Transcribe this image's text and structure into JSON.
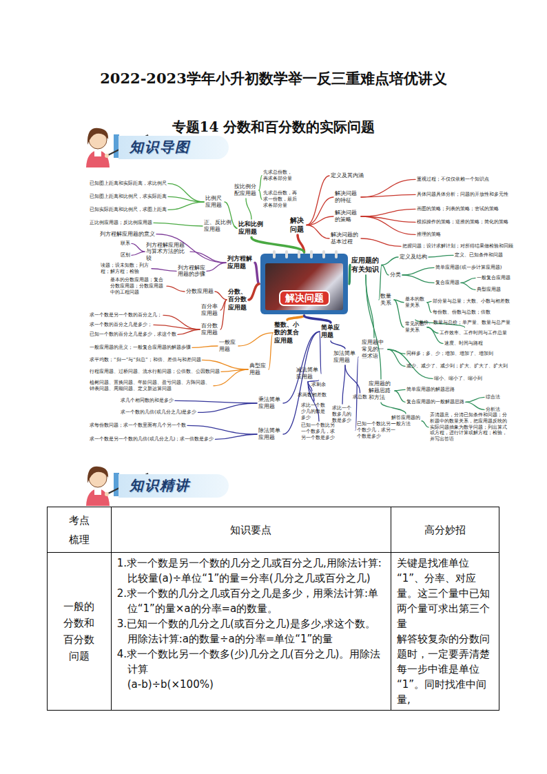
{
  "diagram": {
    "title": "2022-2023学年小升初数学举一反三重难点培优讲义",
    "nodes": [
      {
        "text": [
          "解决问题"
        ]
      },
      {
        "text": [
          "解决问题"
        ]
      },
      {
        "text": [
          "定义及其内涵"
        ]
      },
      {
        "text": [
          "解决问题的特征"
        ]
      },
      {
        "text": [
          "重视过程；不仅仅依赖一个知识点"
        ]
      },
      {
        "text": [
          "具体问题具体分析；问题的开放性和多元性"
        ]
      },
      {
        "text": [
          "解决问题的策略"
        ]
      },
      {
        "text": [
          "画图的策略；列表的策略；尝试的策略"
        ]
      },
      {
        "text": [
          "模拟操作的策略；逆推的策略；简化的策略"
        ]
      },
      {
        "text": [
          "推理的策略"
        ]
      },
      {
        "text": [
          "解决问题的基本过程"
        ]
      },
      {
        "text": [
          "把握问题；设计求解计划；对所得结果做检验和回顾"
        ]
      },
      {
        "text": [
          "应用题的有关知识"
        ]
      },
      {
        "text": [
          "定义及结构"
        ]
      },
      {
        "text": [
          "定义、已知条件和问题"
        ]
      },
      {
        "text": [
          "分类"
        ]
      },
      {
        "text": [
          "简单应用题(或一步计算应用题)"
        ]
      },
      {
        "text": [
          "复合应用题"
        ]
      },
      {
        "text": [
          "一般复合应用题"
        ]
      },
      {
        "text": [
          "典型应用题"
        ]
      },
      {
        "text": [
          "数量关系"
        ]
      },
      {
        "text": [
          "基本的数量关系"
        ]
      },
      {
        "text": [
          "部分量与总量；大数、小数与相差数"
        ]
      },
      {
        "text": [
          "每份数、份数与总数；倍数"
        ]
      },
      {
        "text": [
          "常见的数量关系"
        ]
      },
      {
        "text": [
          "单价、数量与总价；单产量、数量与总产量"
        ]
      },
      {
        "text": [
          "工作效率、工作时间与工作总量"
        ]
      },
      {
        "text": [
          "速度、时间与路程"
        ]
      },
      {
        "text": [
          "应用题中常见的一些术语"
        ]
      },
      {
        "text": [
          "同样多；多、少；增加、增加了、增加到"
        ]
      },
      {
        "text": [
          "减少、减少了、减少到；扩大、扩大了、扩大到"
        ]
      },
      {
        "text": [
          "缩小、缩小了、缩小到"
        ]
      },
      {
        "text": [
          "应用题的解题思路和方法"
        ]
      },
      {
        "text": [
          "简单应用题的解题思路"
        ]
      },
      {
        "text": [
          "复合应用题的一般解题思路"
        ]
      },
      {
        "text": [
          "综合法"
        ]
      },
      {
        "text": [
          "分析法"
        ]
      },
      {
        "text": [
          "解答应用题的一般方法"
        ]
      },
      {
        "text": [
          "弄清题意，分清已知条件和问题；分析题中的数量关系，把应用题反映的实际问题抽象为数学问题；列出算式或方程，进行计算或解方程；检验，并写出答语"
        ]
      },
      {
        "text": [
          "比和比例应用题"
        ]
      },
      {
        "text": [
          "按比例分配应用题"
        ]
      },
      {
        "text": [
          "先求总份数，再求各部分量"
        ]
      },
      {
        "text": [
          "先求总份数，再求一份数，最后求各部分量"
        ]
      },
      {
        "text": [
          "比例尺应用题"
        ]
      },
      {
        "text": [
          "已知图上距离和实际距离，求比例尺"
        ]
      },
      {
        "text": [
          "已知图上距离和比例尺，求实际距离"
        ]
      },
      {
        "text": [
          "已知实际距离和比例尺，求图上距离"
        ]
      },
      {
        "text": [
          "正、反比例应用题"
        ]
      },
      {
        "text": [
          "正比例应用题；反比例应用题"
        ]
      },
      {
        "text": [
          "列方程解应用题"
        ]
      },
      {
        "text": [
          "列方程解应用题的意义"
        ]
      },
      {
        "text": [
          "列方程解应用题与算术方法的比较"
        ]
      },
      {
        "text": [
          "联系"
        ]
      },
      {
        "text": [
          "区别"
        ]
      },
      {
        "text": [
          "列方程解应用题的步骤"
        ]
      },
      {
        "text": [
          "读题；设未知数；列方程；解方程；检验"
        ]
      },
      {
        "text": [
          "分数、百分数应用题"
        ]
      },
      {
        "text": [
          "分数应用题"
        ]
      },
      {
        "text": [
          "基本的分数应用题；复合分数应用题；分数应用题中的工程问题"
        ]
      },
      {
        "text": [
          "百分率应用题"
        ]
      },
      {
        "text": [
          "百分数应用题"
        ]
      },
      {
        "text": [
          "求一个数是另一个数的百分之几；"
        ]
      },
      {
        "text": [
          "求一个数的百分之几是多少；"
        ]
      },
      {
        "text": [
          "已知一个数的百分之几是多少，求这个数"
        ]
      },
      {
        "text": [
          "整数、小数的复合应用题"
        ]
      },
      {
        "text": [
          "一般应用题"
        ]
      },
      {
        "text": [
          "一般应用题的意义；一般复合应用题的解题步骤"
        ]
      },
      {
        "text": [
          "典型应用题"
        ]
      },
      {
        "text": [
          "求平均数；“归一”与“归总”；和倍、差倍与和差问题"
        ]
      },
      {
        "text": [
          "行程应用题、过桥问题、流水行船问题；公倍数、公因数问题"
        ]
      },
      {
        "text": [
          "植树问题、置换问题、年龄问题、盈亏问题、方阵问题、钟表问题、周期问题、定义新运算问题"
        ]
      },
      {
        "text": [
          "简单应用题"
        ]
      },
      {
        "text": [
          "加法简单应用题"
        ]
      },
      {
        "text": [
          "求总数"
        ]
      },
      {
        "text": [
          "求比一个数多几的数是多少"
        ]
      },
      {
        "text": [
          "已知一个数比另一个数少几，求另一个数是多少"
        ]
      },
      {
        "text": [
          "减法简单应用题"
        ]
      },
      {
        "text": [
          "求剩余"
        ]
      },
      {
        "text": [
          "求两数相差数"
        ]
      },
      {
        "text": [
          "求比一个数少几的数是多少"
        ]
      },
      {
        "text": [
          "已知一个数比另一个数多几，求另一个数是多少"
        ]
      },
      {
        "text": [
          "乘法简单应用题"
        ]
      },
      {
        "text": [
          "求几个相同数的和是多少"
        ]
      },
      {
        "text": [
          "求一个数的几倍(或几分之几)是多少"
        ]
      },
      {
        "text": [
          "除法简单应用题"
        ]
      },
      {
        "text": [
          "求每份数问题；求一个数里面有几个另一个数"
        ]
      },
      {
        "text": [
          "求一个数是另一个数的几倍(或几分之几)；求一倍数是多少"
        ]
      }
    ],
    "edges": [
      {
        "from": 0,
        "to": 1,
        "arrow": "none"
      },
      {
        "from": 0,
        "to": 12,
        "arrow": "none"
      },
      {
        "from": 0,
        "to": 39,
        "arrow": "none"
      },
      {
        "from": 0,
        "to": 49,
        "arrow": "none"
      },
      {
        "from": 0,
        "to": 56,
        "arrow": "none"
      },
      {
        "from": 0,
        "to": 64,
        "arrow": "none"
      },
      {
        "from": 0,
        "to": 71,
        "arrow": "none"
      },
      {
        "from": 1,
        "to": 2,
        "arrow": "none"
      },
      {
        "from": 1,
        "to": 3,
        "arrow": "none"
      },
      {
        "from": 1,
        "to": 6,
        "arrow": "none"
      },
      {
        "from": 1,
        "to": 10,
        "arrow": "none"
      },
      {
        "from": 3,
        "to": 4,
        "arrow": "none"
      },
      {
        "from": 3,
        "to": 5,
        "arrow": "none"
      },
      {
        "from": 6,
        "to": 7,
        "arrow": "none"
      },
      {
        "from": 6,
        "to": 8,
        "arrow": "none"
      },
      {
        "from": 6,
        "to": 9,
        "arrow": "none"
      },
      {
        "from": 10,
        "to": 11,
        "arrow": "none"
      },
      {
        "from": 12,
        "to": 13,
        "arrow": "none"
      },
      {
        "from": 12,
        "to": 15,
        "arrow": "none"
      },
      {
        "from": 12,
        "to": 20,
        "arrow": "none"
      },
      {
        "from": 12,
        "to": 28,
        "arrow": "none"
      },
      {
        "from": 12,
        "to": 32,
        "arrow": "none"
      },
      {
        "from": 13,
        "to": 14,
        "arrow": "none"
      },
      {
        "from": 15,
        "to": 16,
        "arrow": "none"
      },
      {
        "from": 15,
        "to": 17,
        "arrow": "none"
      },
      {
        "from": 17,
        "to": 18,
        "arrow": "none"
      },
      {
        "from": 17,
        "to": 19,
        "arrow": "none"
      },
      {
        "from": 20,
        "to": 21,
        "arrow": "none"
      },
      {
        "from": 20,
        "to": 24,
        "arrow": "none"
      },
      {
        "from": 21,
        "to": 22,
        "arrow": "none"
      },
      {
        "from": 21,
        "to": 23,
        "arrow": "none"
      },
      {
        "from": 24,
        "to": 25,
        "arrow": "none"
      },
      {
        "from": 24,
        "to": 26,
        "arrow": "none"
      },
      {
        "from": 24,
        "to": 27,
        "arrow": "none"
      },
      {
        "from": 28,
        "to": 29,
        "arrow": "none"
      },
      {
        "from": 28,
        "to": 30,
        "arrow": "none"
      },
      {
        "from": 28,
        "to": 31,
        "arrow": "none"
      },
      {
        "from": 32,
        "to": 33,
        "arrow": "none"
      },
      {
        "from": 32,
        "to": 34,
        "arrow": "none"
      },
      {
        "from": 32,
        "to": 37,
        "arrow": "none"
      },
      {
        "from": 34,
        "to": 35,
        "arrow": "none"
      },
      {
        "from": 34,
        "to": 36,
        "arrow": "none"
      },
      {
        "from": 37,
        "to": 38,
        "arrow": "none"
      },
      {
        "from": 39,
        "to": 40,
        "arrow": "none"
      },
      {
        "from": 39,
        "to": 43,
        "arrow": "none"
      },
      {
        "from": 39,
        "to": 47,
        "arrow": "none"
      },
      {
        "from": 40,
        "to": 41,
        "arrow": "none"
      },
      {
        "from": 40,
        "to": 42,
        "arrow": "none"
      },
      {
        "from": 43,
        "to": 44,
        "arrow": "none"
      },
      {
        "from": 43,
        "to": 45,
        "arrow": "none"
      },
      {
        "from": 43,
        "to": 46,
        "arrow": "none"
      },
      {
        "from": 47,
        "to": 48,
        "arrow": "none"
      },
      {
        "from": 49,
        "to": 50,
        "arrow": "none"
      },
      {
        "from": 49,
        "to": 51,
        "arrow": "none"
      },
      {
        "from": 49,
        "to": 54,
        "arrow": "none"
      },
      {
        "from": 51,
        "to": 52,
        "arrow": "none"
      },
      {
        "from": 51,
        "to": 53,
        "arrow": "none"
      },
      {
        "from": 54,
        "to": 55,
        "arrow": "none"
      },
      {
        "from": 56,
        "to": 57,
        "arrow": "none"
      },
      {
        "from": 56,
        "to": 59,
        "arrow": "none"
      },
      {
        "from": 56,
        "to": 60,
        "arrow": "none"
      },
      {
        "from": 57,
        "to": 58,
        "arrow": "none"
      },
      {
        "from": 60,
        "to": 61,
        "arrow": "none"
      },
      {
        "from": 60,
        "to": 62,
        "arrow": "none"
      },
      {
        "from": 60,
        "to": 63,
        "arrow": "none"
      },
      {
        "from": 64,
        "to": 65,
        "arrow": "none"
      },
      {
        "from": 64,
        "to": 67,
        "arrow": "none"
      },
      {
        "from": 65,
        "to": 66,
        "arrow": "none"
      },
      {
        "from": 67,
        "to": 68,
        "arrow": "none"
      },
      {
        "from": 67,
        "to": 69,
        "arrow": "none"
      },
      {
        "from": 67,
        "to": 70,
        "arrow": "none"
      },
      {
        "from": 71,
        "to": 72,
        "arrow": "none"
      },
      {
        "from": 71,
        "to": 76,
        "arrow": "none"
      },
      {
        "from": 71,
        "to": 81,
        "arrow": "none"
      },
      {
        "from": 71,
        "to": 84,
        "arrow": "none"
      },
      {
        "from": 72,
        "to": 73,
        "arrow": "none"
      },
      {
        "from": 72,
        "to": 74,
        "arrow": "none"
      },
      {
        "from": 72,
        "to": 75,
        "arrow": "none"
      },
      {
        "from": 76,
        "to": 77,
        "arrow": "none"
      },
      {
        "from": 76,
        "to": 78,
        "arrow": "none"
      },
      {
        "from": 76,
        "to": 79,
        "arrow": "none"
      },
      {
        "from": 76,
        "to": 80,
        "arrow": "none"
      },
      {
        "from": 81,
        "to": 82,
        "arrow": "none"
      },
      {
        "from": 81,
        "to": 83,
        "arrow": "none"
      },
      {
        "from": 84,
        "to": 85,
        "arrow": "none"
      },
      {
        "from": 84,
        "to": 86,
        "arrow": "none"
      }
    ],
    "labels": [
      "专题14 分数和百分数的实际问题",
      "知识导图",
      "知识精讲",
      "考点梳理",
      "知识要点",
      "高分妙招",
      "一般的分数和百分数问题",
      "1.求一个数是另一个数的几分之几或百分之几,用除法计算:比较量(a)÷单位“1”的量=分率(几分之几或百分之几)",
      "2.求一个数的几分之几或百分之几是多少，用乘法计算:单位“1”的量×a的分率=a的数量。",
      "3.已知一个数的几分之几(或百分之几)是多少,求这个数。用除法计算:a的数量÷a的分率=单位“1”的量",
      "4.求一个数比另一个数多(少)几分之几(百分之几)。用除法计算",
      "(a-b)÷b(×100%)",
      "关键是找准单位“1”、分率、对应量。这三个量中已知两个量可求出第三个量",
      "解答较复杂的分数问题时，一定要弄清楚每一步中谁是单位“1”。同时找准中间量,"
    ]
  }
}
